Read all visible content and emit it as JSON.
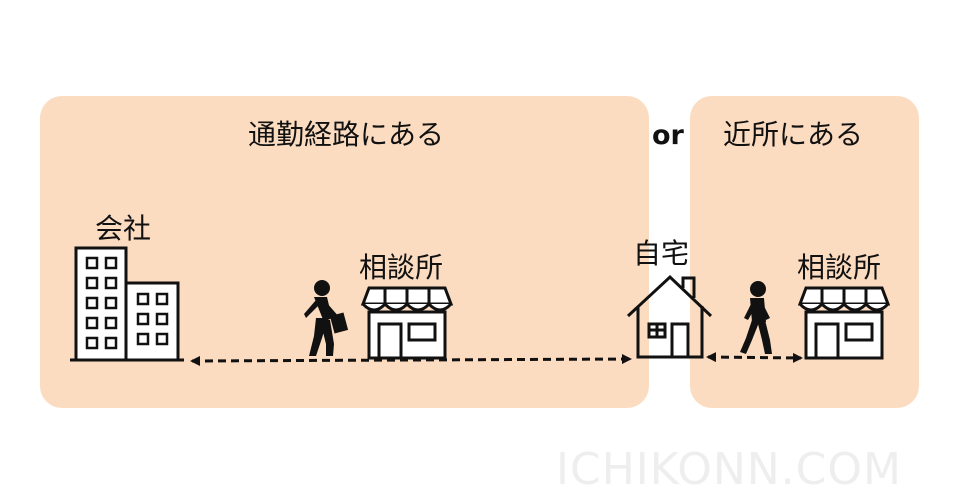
{
  "left_panel": {
    "title": "通勤経路にある",
    "company_label": "会社",
    "shop_label": "相談所"
  },
  "separator": "or",
  "right_panel": {
    "title": "近所にある",
    "shop_label": "相談所"
  },
  "home_label": "自宅",
  "watermark": "ICHIKONN.COM",
  "colors": {
    "panel": "#fcdcc1",
    "ink": "#111111",
    "watermark": "#eeeeee"
  },
  "icons": [
    "office-building-icon",
    "walking-person-with-bag-icon",
    "consultation-shop-icon",
    "house-icon",
    "walking-person-icon"
  ]
}
